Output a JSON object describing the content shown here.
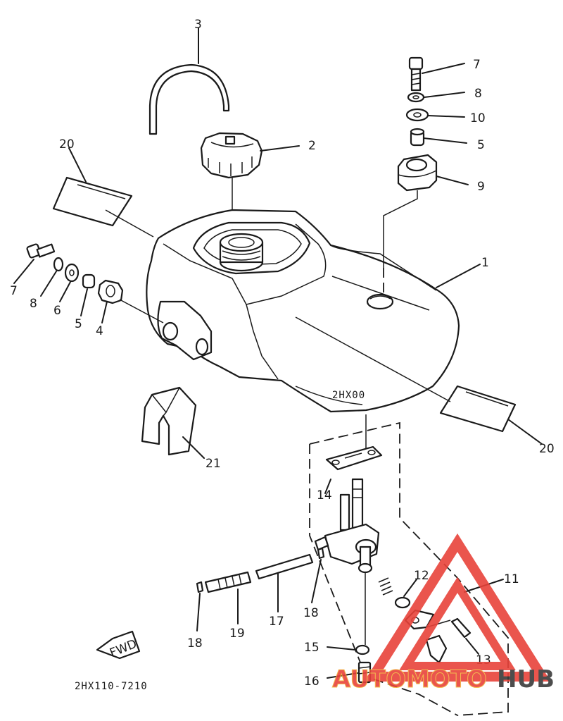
{
  "diagram": {
    "drawing_code": "2HX110-7210",
    "fwd_label": "FWD",
    "callouts": {
      "c1": "1",
      "c2": "2",
      "c3": "3",
      "c4": "4",
      "c5a": "5",
      "c5b": "5",
      "c6": "6",
      "c7a": "7",
      "c7b": "7",
      "c8a": "8",
      "c8b": "8",
      "c9": "9",
      "c10": "10",
      "c11": "11",
      "c12": "12",
      "c13": "13",
      "c14": "14",
      "c15": "15",
      "c16": "16",
      "c17": "17",
      "c18a": "18",
      "c18b": "18",
      "c19": "19",
      "c20a": "20",
      "c20b": "20",
      "c21": "21"
    }
  },
  "watermark": {
    "part1": "AUTOMOTO",
    "part2": "HUB",
    "color_main": "#e8433a",
    "color_accent": "#f2b43c",
    "color_dark": "#3a3a3a"
  }
}
